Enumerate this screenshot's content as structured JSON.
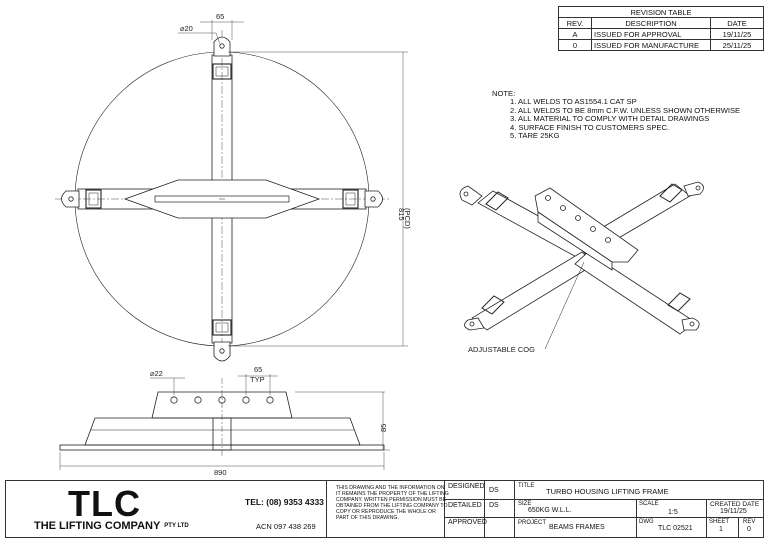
{
  "revision_table": {
    "title": "REVISION TABLE",
    "headers": [
      "REV.",
      "DESCRIPTION",
      "DATE"
    ],
    "rows": [
      {
        "rev": "A",
        "description": "ISSUED FOR APPROVAL",
        "date": "19/11/25"
      },
      {
        "rev": "0",
        "description": "ISSUED FOR MANUFACTURE",
        "date": "25/11/25"
      }
    ]
  },
  "notes": {
    "heading": "NOTE:",
    "items": [
      "1. ALL WELDS TO AS1554.1 CAT SP",
      "2. ALL WELDS TO BE 8mm C.F.W. UNLESS SHOWN OTHERWISE",
      "3. ALL MATERIAL TO COMPLY WITH DETAIL DRAWINGS",
      "4. SURFACE FINISH TO CUSTOMERS SPEC.",
      "5. TARE 25KG"
    ]
  },
  "plan_view": {
    "dim_width": "65",
    "dim_hole": "⌀20",
    "dim_pcd_value": "815",
    "dim_pcd_label": "(PCD)"
  },
  "side_view": {
    "dim_hole": "⌀22",
    "dim_pitch": "65",
    "dim_pitch_note": "TYP",
    "dim_height": "85",
    "dim_length": "890"
  },
  "iso_view": {
    "callout": "ADJUSTABLE COG"
  },
  "title_block": {
    "logo": "TLC",
    "company": "THE LIFTING COMPANY",
    "company_suffix": "PTY LTD",
    "tel": "TEL: (08) 9353 4333",
    "acn": "ACN 097 438 269",
    "disclaimer": "THIS DRAWING AND THE INFORMATION ON IT REMAINS THE PROPERTY OF THE LIFTING COMPANY. WRITTEN PERMISSION MUST BE OBTAINED FROM THE LIFTING COMPANY TO COPY OR REPRODUCE THE WHOLE OR PART OF THIS DRAWING.",
    "designed_label": "DESIGNED",
    "designed_value": "DS",
    "detailed_label": "DETAILED",
    "detailed_value": "DS",
    "approved_label": "APPROVED",
    "title_label": "TITLE",
    "title_value": "TURBO HOUSING LIFTING FRAME",
    "size_label": "SIZE",
    "size_value": "650KG W.L.L.",
    "scale_label": "SCALE",
    "scale_value": "1:5",
    "created_label": "CREATED DATE",
    "created_value": "19/11/25",
    "project_label": "PROJECT",
    "project_value": "BEAMS FRAMES",
    "dwg_label": "DWG",
    "dwg_value": "TLC 02521",
    "sheet_label": "SHEET",
    "sheet_value": "1",
    "rev_label": "REV",
    "rev_value": "0"
  }
}
